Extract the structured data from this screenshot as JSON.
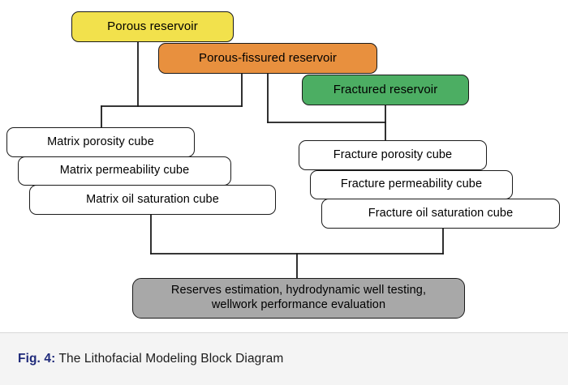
{
  "figure": {
    "caption_label": "Fig. 4:",
    "caption_text": "The Lithofacial Modeling Block Diagram"
  },
  "colors": {
    "porous": "#F2E14C",
    "porous_fissured": "#E8903E",
    "fractured": "#4CAE63",
    "summary": "#A8A8A8",
    "cube": "#FFFFFF",
    "border": "#1A1A1A",
    "connector": "#1A1A1A",
    "caption_label": "#1F2A7A",
    "caption_bar": "#F4F4F4"
  },
  "diagram": {
    "type": "block-diagram",
    "reservoir_types": [
      {
        "id": "porous",
        "label": "Porous reservoir",
        "color": "#F2E14C"
      },
      {
        "id": "porous-fissured",
        "label": "Porous-fissured reservoir",
        "color": "#E8903E"
      },
      {
        "id": "fractured",
        "label": "Fractured reservoir",
        "color": "#4CAE63"
      }
    ],
    "matrix_cubes": [
      {
        "id": "matrix-porosity",
        "label": "Matrix porosity cube"
      },
      {
        "id": "matrix-permeability",
        "label": "Matrix permeability cube"
      },
      {
        "id": "matrix-oil-saturation",
        "label": "Matrix oil saturation cube"
      }
    ],
    "fracture_cubes": [
      {
        "id": "fracture-porosity",
        "label": "Fracture porosity cube"
      },
      {
        "id": "fracture-permeability",
        "label": "Fracture permeability cube"
      },
      {
        "id": "fracture-oil-saturation",
        "label": "Fracture oil saturation cube"
      }
    ],
    "summary": {
      "id": "summary",
      "line1": "Reserves estimation, hydrodynamic well testing,",
      "line2": "wellwork performance evaluation"
    },
    "connections": [
      {
        "from": "porous",
        "to": "matrix-porosity"
      },
      {
        "from": "porous-fissured",
        "to": "matrix-porosity"
      },
      {
        "from": "porous-fissured",
        "to": "fracture-porosity"
      },
      {
        "from": "fractured",
        "to": "fracture-porosity"
      },
      {
        "from": "matrix-oil-saturation",
        "to": "summary"
      },
      {
        "from": "fracture-oil-saturation",
        "to": "summary"
      }
    ]
  }
}
